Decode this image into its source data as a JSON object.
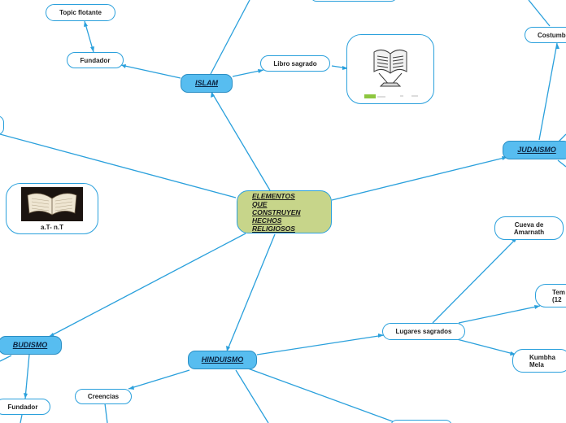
{
  "central": {
    "label": "ELEMENTOS QUE CONSTRUYEN HECHOS RELIGIOSOS"
  },
  "main_topics": {
    "islam": "ISLAM",
    "judaismo": "JUDAISMO",
    "budismo": "BUDISMO",
    "hinduismo": "HINDUISMO"
  },
  "subtopics": {
    "topic_flotante": "Topic flotante",
    "fundador_islam": "Fundador",
    "libro_sagrado": "Libro sagrado",
    "costumbres": "Costumb",
    "cueva": "Cueva de Amarnath",
    "templo": "Tem (12",
    "lugares": "Lugares sagrados",
    "kumbha": "Kumbha Mela",
    "creencias": "Creencias",
    "fundador_budismo": "Fundador"
  },
  "image_nodes": {
    "biblia_caption": "a.T- n.T"
  },
  "colors": {
    "line": "#2aa0dc",
    "main_fill": "#57bdf0",
    "central_fill": "#c7d58a"
  }
}
